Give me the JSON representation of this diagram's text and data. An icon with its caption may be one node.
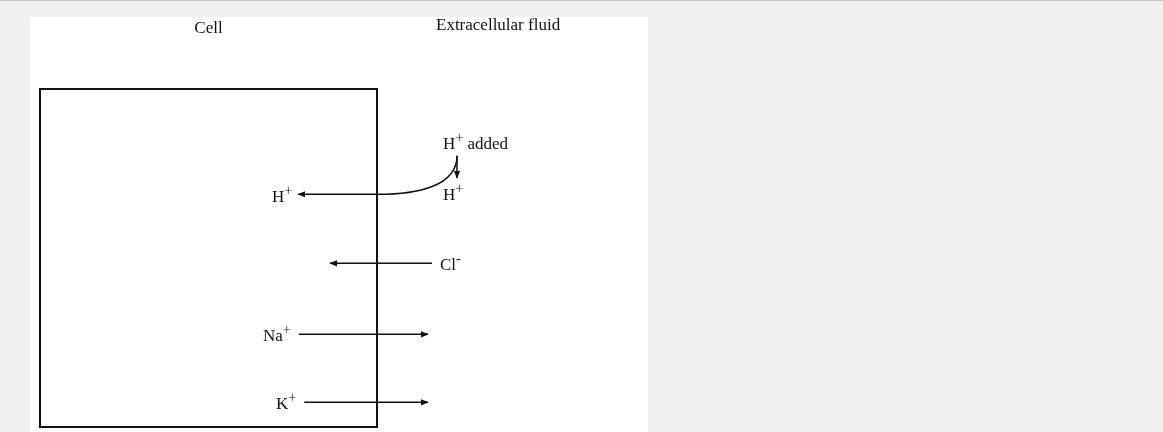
{
  "diagram": {
    "nodes": [
      {
        "text": [
          "Cell"
        ]
      },
      {
        "text": [
          "H$^{+}$ added"
        ]
      },
      {
        "text": [
          "H$^{+}$"
        ],
        "in": 0
      },
      {
        "text": [
          "H$^{+}$"
        ]
      },
      {
        "text": [
          "Cl$^{-}$"
        ]
      },
      {
        "text": [
          "Na$^{+}$"
        ],
        "in": 0
      },
      {
        "text": [
          "K$^{+}$"
        ],
        "in": 0
      }
    ],
    "edges": [
      {
        "from": 1,
        "to": 2,
        "arrow": "to"
      },
      {
        "from": 1,
        "to": 3,
        "arrow": "to"
      },
      {
        "from": 4,
        "to": null,
        "arrow": "to"
      },
      {
        "from": 5,
        "to": null,
        "arrow": "to"
      },
      {
        "from": 6,
        "to": null,
        "arrow": "to"
      }
    ],
    "labels": [
      "Extracellular fluid"
    ]
  }
}
